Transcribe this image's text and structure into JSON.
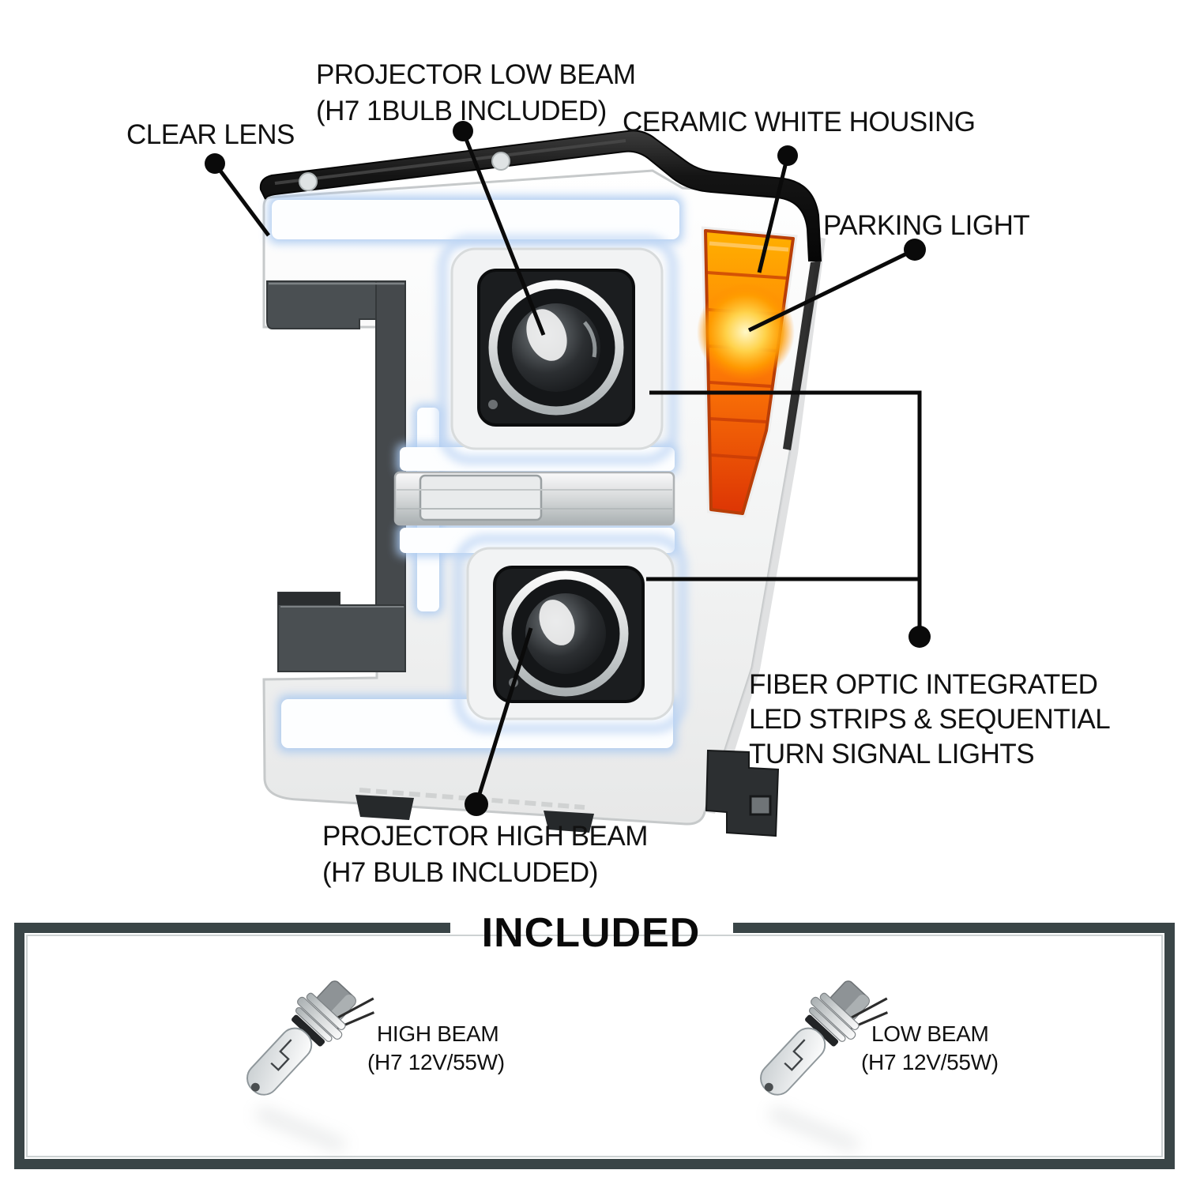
{
  "callouts": {
    "clear_lens": {
      "label": "CLEAR LENS"
    },
    "projector_low_beam": {
      "line1": "PROJECTOR LOW BEAM",
      "line2": "(H7 1BULB INCLUDED)"
    },
    "ceramic_white_housing": {
      "label": "CERAMIC WHITE HOUSING"
    },
    "parking_light": {
      "label": "PARKING LIGHT"
    },
    "fiber_optic_led": {
      "line1": "FIBER OPTIC INTEGRATED",
      "line2": "LED STRIPS & SEQUENTIAL",
      "line3": "TURN SIGNAL LIGHTS"
    },
    "projector_high_beam": {
      "line1": "PROJECTOR HIGH BEAM",
      "line2": "(H7 BULB INCLUDED)"
    }
  },
  "included_section": {
    "title": "INCLUDED",
    "items": [
      {
        "id": "high-beam-bulb",
        "line1": "HIGH BEAM",
        "line2": "(H7 12V/55W)"
      },
      {
        "id": "low-beam-bulb",
        "line1": "LOW BEAM",
        "line2": "(H7 12V/55W)"
      }
    ]
  },
  "colors": {
    "label_text": "#111111",
    "leader_line": "#0a0a0a",
    "frame": "#3a4547",
    "housing_white": "#ffffff",
    "trim_black": "#161616",
    "bracket_gray": "#4a4f52",
    "parking_light_amber": "#ff9e00",
    "parking_light_deep": "#e23a05",
    "led_glow_blue": "#a8c8f0"
  }
}
